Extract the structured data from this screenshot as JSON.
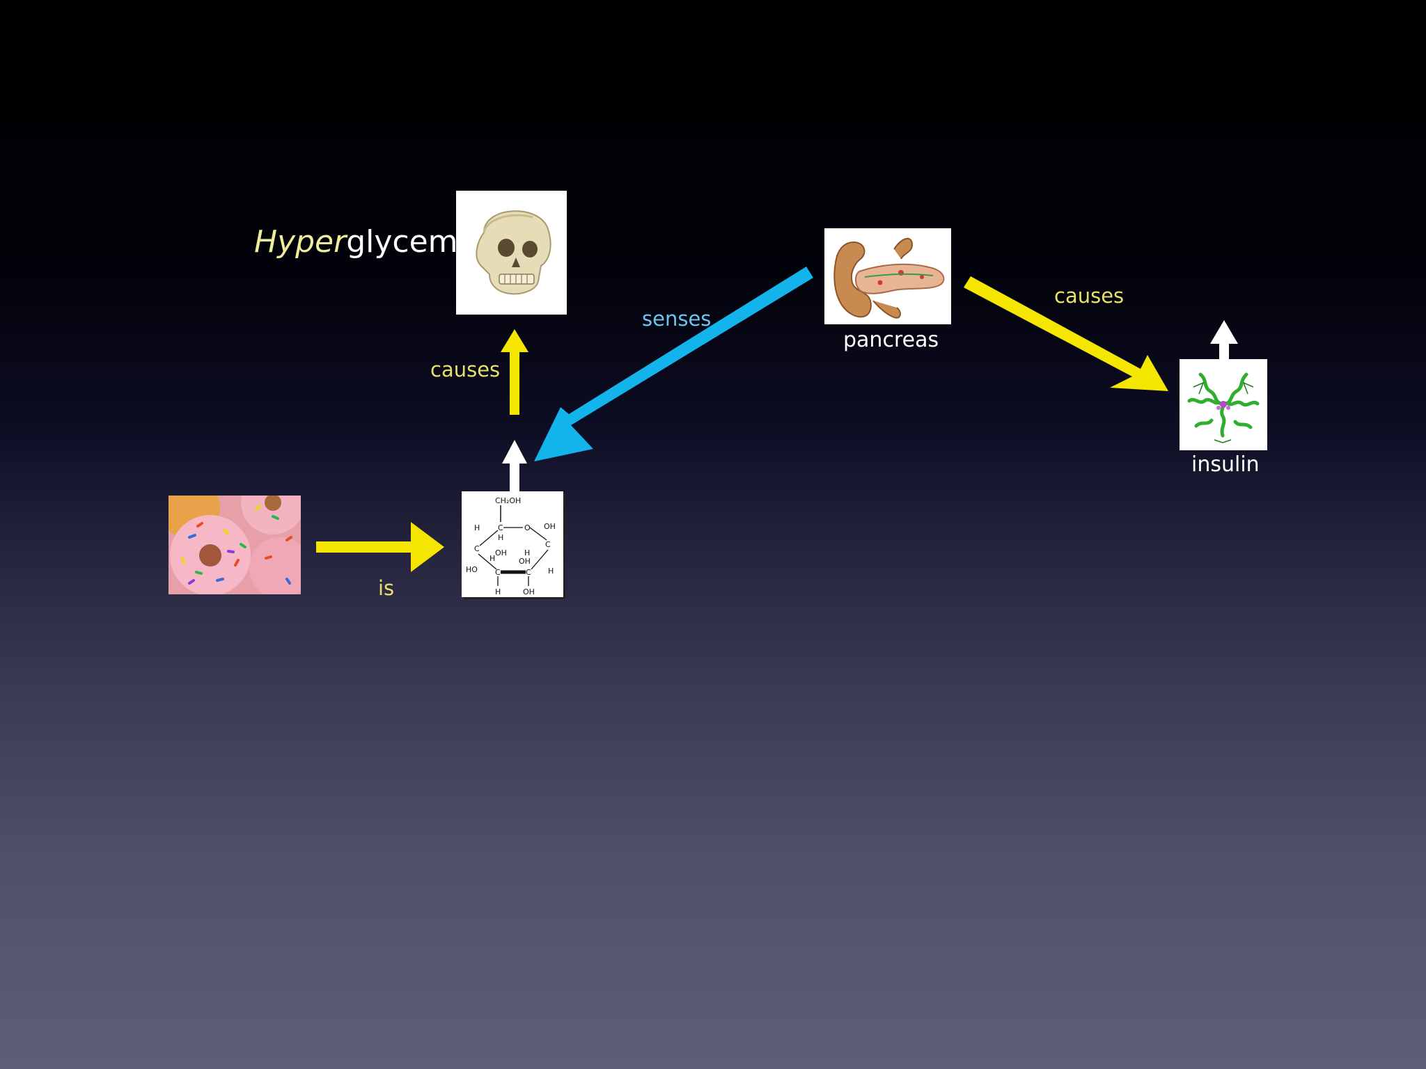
{
  "colors": {
    "yellow": "#f4e600",
    "cyan": "#13b4ec",
    "white": "#ffffff",
    "label_yellow": "#e8e06a",
    "label_cyan": "#6bc5ec",
    "title_italic": "#f0ec9a"
  },
  "title": {
    "italic": "Hyper",
    "rest": "glycemia"
  },
  "labels": {
    "causes_up": "causes",
    "senses": "senses",
    "causes_right": "causes",
    "is": "is",
    "pancreas": "pancreas",
    "insulin": "insulin"
  },
  "images": {
    "skull": "skull-icon",
    "pancreas": "pancreas-icon",
    "insulin": "insulin-molecule-icon",
    "donut": "donut-icon",
    "glucose": "glucose-structure-icon"
  },
  "glucose_formula": {
    "ch2oh": "CH₂OH",
    "oh": "OH",
    "h": "H",
    "ho": "HO",
    "o": "O",
    "c": "C"
  }
}
